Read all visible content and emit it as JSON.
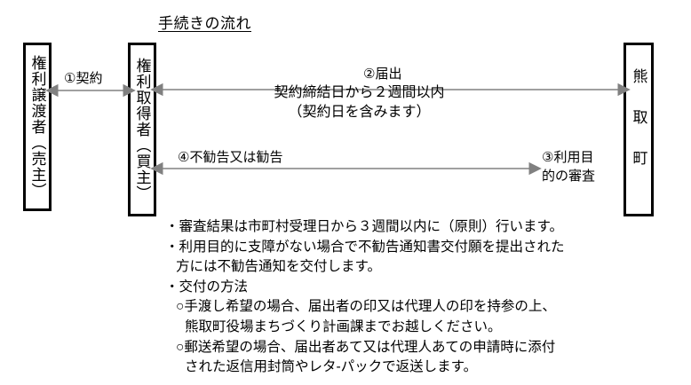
{
  "title": "手続きの流れ",
  "actors": {
    "seller": "権利譲渡者（売主）",
    "buyer": "権利取得者（買主）",
    "town": "熊取町"
  },
  "flow_labels": {
    "contract": "①契約",
    "notification": "②届出",
    "notification_detail_1": "契約締結日から２週間以内",
    "notification_detail_2": "（契約日を含みます）",
    "recommendation": "④不勧告又は勧告",
    "review": "③利用目\n的の審査"
  },
  "notes": [
    "・審査結果は市町村受理日から３週間以内に（原則）行います。",
    "・利用目的に支障がない場合で不勧告通知書交付願を提出された",
    "方には不勧告通知を交付します。",
    "・交付の方法",
    "○手渡し希望の場合、届出者の印又は代理人の印を持参の上、",
    "熊取町役場まちづくり計画課までお越しください。",
    "○郵送希望の場合、届出者あて又は代理人あての申請時に添付",
    "された返信用封筒やレタ-パックで返送します。"
  ],
  "colors": {
    "arrow": "#808080",
    "box_border": "#000000",
    "text": "#000000",
    "background": "#ffffff"
  }
}
